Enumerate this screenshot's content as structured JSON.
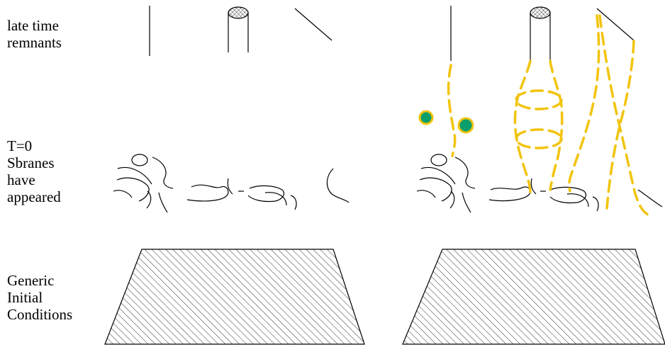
{
  "labels": {
    "late_time": [
      "late time",
      "remnants"
    ],
    "t0": [
      "T=0",
      "Sbranes",
      "have",
      "appeared"
    ],
    "initial": [
      "Generic",
      "Initial",
      "Conditions"
    ]
  },
  "colors": {
    "ink": "#000000",
    "dashed_brane": "#f2c40f",
    "dot_fill": "#0a9e6b",
    "dot_ring": "#f2c40f"
  }
}
